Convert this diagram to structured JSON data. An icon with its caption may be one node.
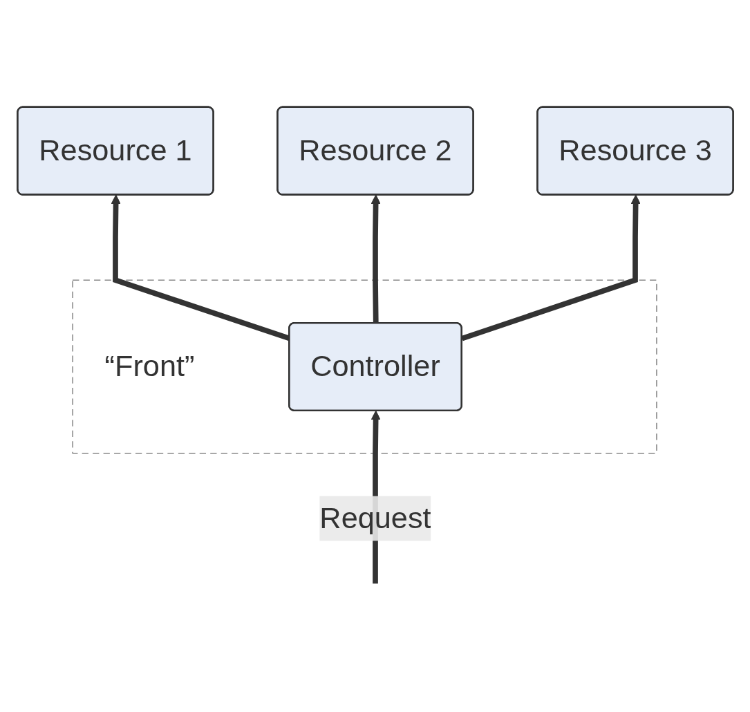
{
  "diagram": {
    "nodes": [
      {
        "text": [
          "Resource 1"
        ]
      },
      {
        "text": [
          "Resource 2"
        ]
      },
      {
        "text": [
          "Resource 3"
        ]
      },
      {
        "text": [
          "“Front”"
        ]
      },
      {
        "text": [
          "Controller"
        ],
        "in": 3
      }
    ],
    "edges": [
      {
        "from": 4,
        "to": 0,
        "arrow": "to"
      },
      {
        "from": 4,
        "to": 1,
        "arrow": "to"
      },
      {
        "from": 4,
        "to": 2,
        "arrow": "to"
      },
      {
        "from": null,
        "to": 4,
        "arrow": "to",
        "label": "Request"
      }
    ]
  }
}
